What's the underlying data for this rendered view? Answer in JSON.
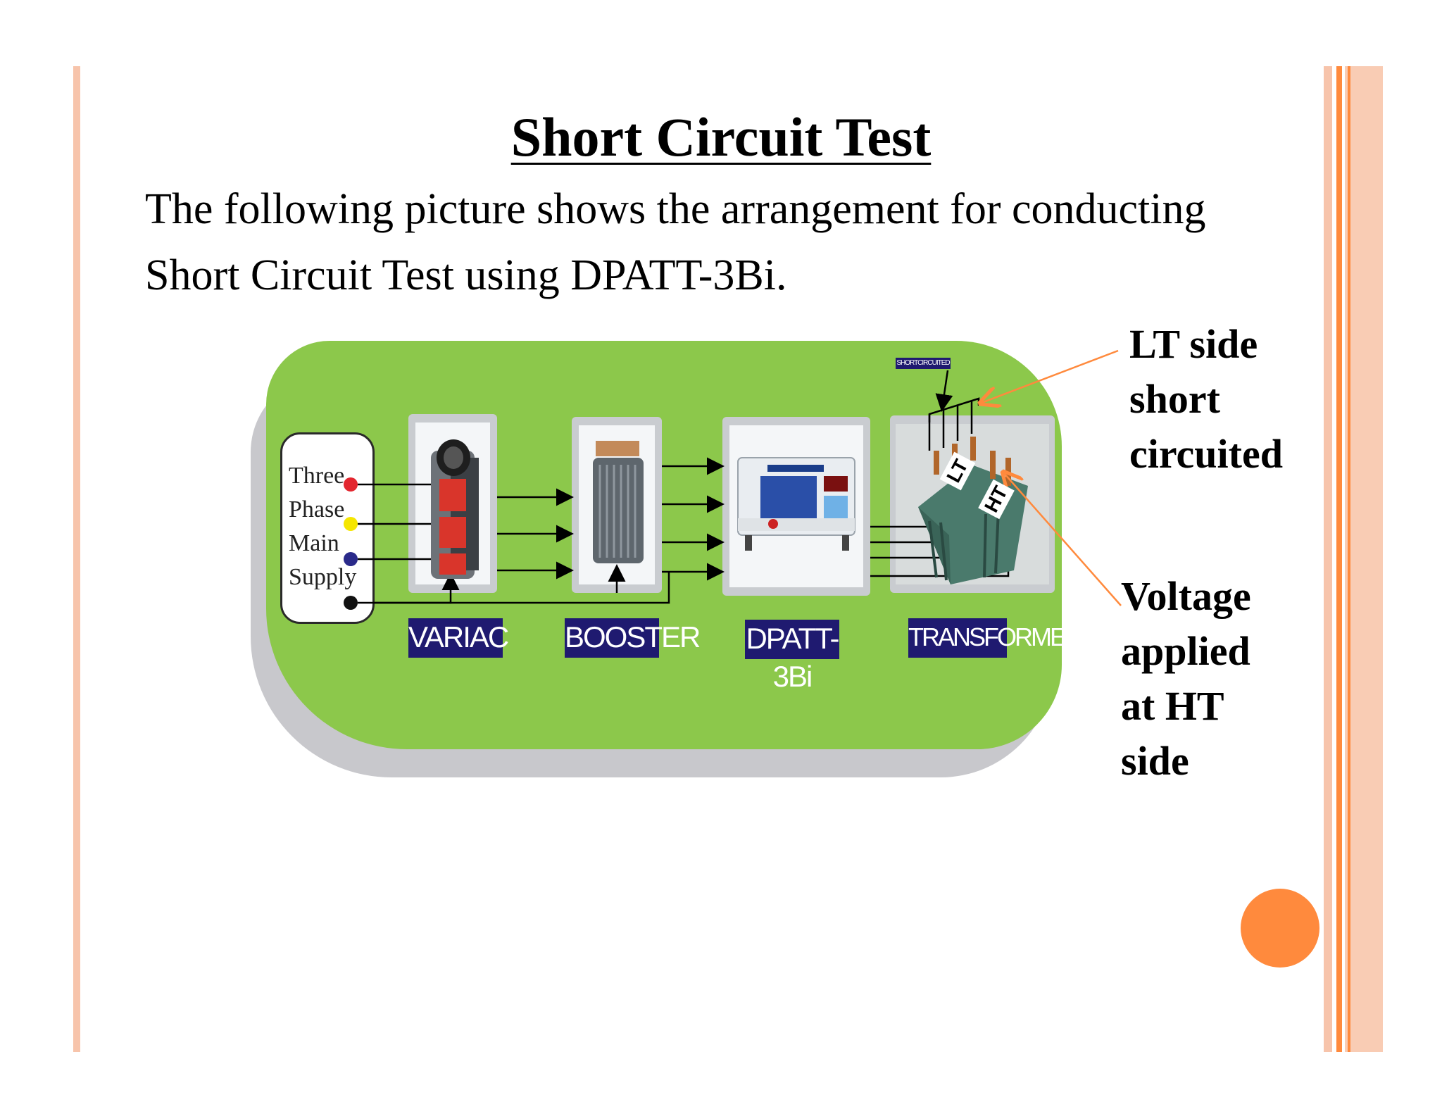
{
  "slide": {
    "title": "Short Circuit Test",
    "body_line_1": "The following picture shows the arrangement for conducting",
    "body_line_2": "Short Circuit Test using DPATT-3Bi."
  },
  "diagram": {
    "supply_lines": [
      "Three",
      "Phase",
      "Main",
      "Supply"
    ],
    "blocks": [
      {
        "id": "variac",
        "label": "VARIAC"
      },
      {
        "id": "booster",
        "label": "BOOSTER"
      },
      {
        "id": "dpatt",
        "label": "DPATT-3Bi"
      },
      {
        "id": "transformer",
        "label": "TRANSFORMER"
      }
    ],
    "tag_shortcircuited": "SHORTCIRCUITED",
    "transformer_marks": {
      "lt": "LT",
      "ht": "HT"
    }
  },
  "annotations": {
    "lt": [
      "LT side",
      "short",
      "circuited"
    ],
    "ht": [
      "Voltage",
      "applied",
      "at HT",
      "side"
    ]
  },
  "colors": {
    "green_board": "#8cc84b",
    "shadow": "#c8c8cc",
    "label_bg": "#1f1a70",
    "accent_orange": "#ff8a3d",
    "border_peach": "#f6c1a6",
    "supply_dot_red": "#e3262f",
    "supply_dot_yellow": "#f5e600",
    "supply_dot_blue": "#2a2a8a",
    "supply_dot_black": "#111111"
  }
}
